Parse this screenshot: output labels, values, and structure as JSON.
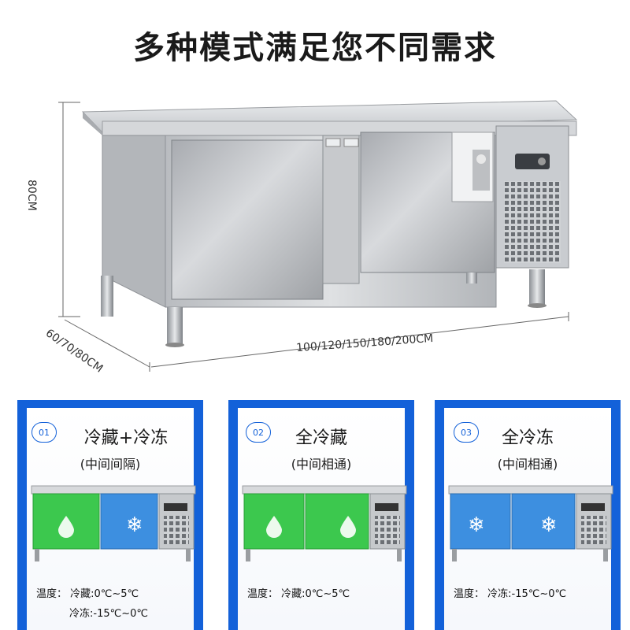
{
  "headline": "多种模式满足您不同需求",
  "dimensions": {
    "height": "80CM",
    "depth": "60/70/80CM",
    "width": "100/120/150/180/200CM"
  },
  "cards": [
    {
      "num": "01",
      "title": "冷藏+冷冻",
      "subtitle": "(中间间隔)",
      "spec_lines": [
        "温度： 冷藏:0℃~5℃",
        "冷冻:-15℃~0℃"
      ]
    },
    {
      "num": "02",
      "title": "全冷藏",
      "subtitle": "(中间相通)",
      "spec_lines": [
        "温度： 冷藏:0℃~5℃"
      ]
    },
    {
      "num": "03",
      "title": "全冷冻",
      "subtitle": "(中间相通)",
      "spec_lines": [
        "温度： 冷冻:-15℃~0℃"
      ]
    }
  ],
  "colors": {
    "card_blue": "#1361d9",
    "chill_green": "#3cc84e",
    "freeze_blue": "#3d8fe0",
    "steel": "#c9ccd0"
  }
}
